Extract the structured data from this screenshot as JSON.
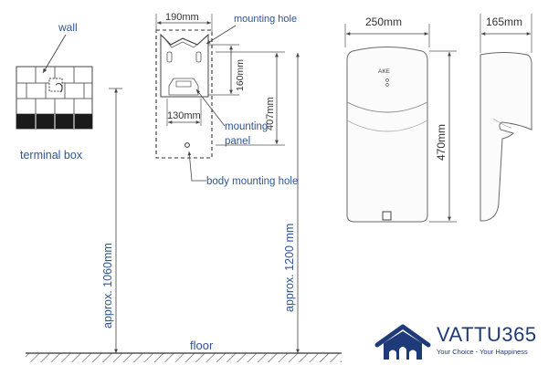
{
  "labels": {
    "wall": "wall",
    "terminal_box": "terminal box",
    "mounting_hole": "mounting hole",
    "mounting_panel_line1": "mounting",
    "mounting_panel_line2": "panel",
    "body_mounting_hole": "body mounting hole",
    "floor": "floor",
    "product_badge": "AKE"
  },
  "dimensions": {
    "plate_width": "190mm",
    "plate_height": "160mm",
    "panel_width": "130mm",
    "hole_to_bottom": "407mm",
    "front_width": "250mm",
    "side_depth": "165mm",
    "body_height": "470mm",
    "box_height": "approx. 1060mm",
    "unit_height": "approx. 1200 mm"
  },
  "brand": {
    "name": "VATTU365",
    "tagline": "Your Choice - Your Happiness",
    "color": "#1f3a78"
  },
  "colors": {
    "label": "#2f5597",
    "line": "#555555"
  }
}
